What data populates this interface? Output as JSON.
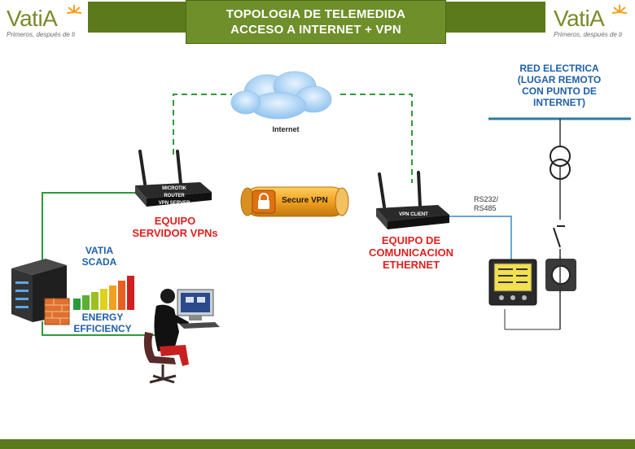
{
  "header": {
    "title_line1": "TOPOLOGIA DE TELEMEDIDA",
    "title_line2": "ACCESO A INTERNET + VPN"
  },
  "logo": {
    "name": "VatiA",
    "tagline": "Primeros, después de ti"
  },
  "cloud": {
    "label": "Internet"
  },
  "vpn_tunnel": {
    "label": "Secure VPN"
  },
  "router_server": {
    "device_text": [
      "MICROTIK",
      "ROUTER",
      "VPN SERVER"
    ],
    "label_line1": "EQUIPO",
    "label_line2": "SERVIDOR VPNs"
  },
  "router_client": {
    "device_text": "VPN CLIENT",
    "label_line1": "EQUIPO DE",
    "label_line2": "COMUNICACION",
    "label_line3": "ETHERNET"
  },
  "serial_link": {
    "line1": "RS232/",
    "line2": "RS485"
  },
  "grid": {
    "line1": "RED ELECTRICA",
    "line2": "(LUGAR REMOTO",
    "line3": "CON PUNTO DE",
    "line4": "INTERNET)"
  },
  "scada": {
    "line1": "VATIA",
    "line2": "SCADA",
    "eff1": "ENERGY",
    "eff2": "EFFICIENCY"
  },
  "colors": {
    "brand_green": "#5b7a1c",
    "label_red": "#e02020",
    "label_blue": "#1f5fa8",
    "link_green": "#2e9a3a",
    "serial_blue": "#3a88c8",
    "tunnel_orange": "#f0a020"
  }
}
